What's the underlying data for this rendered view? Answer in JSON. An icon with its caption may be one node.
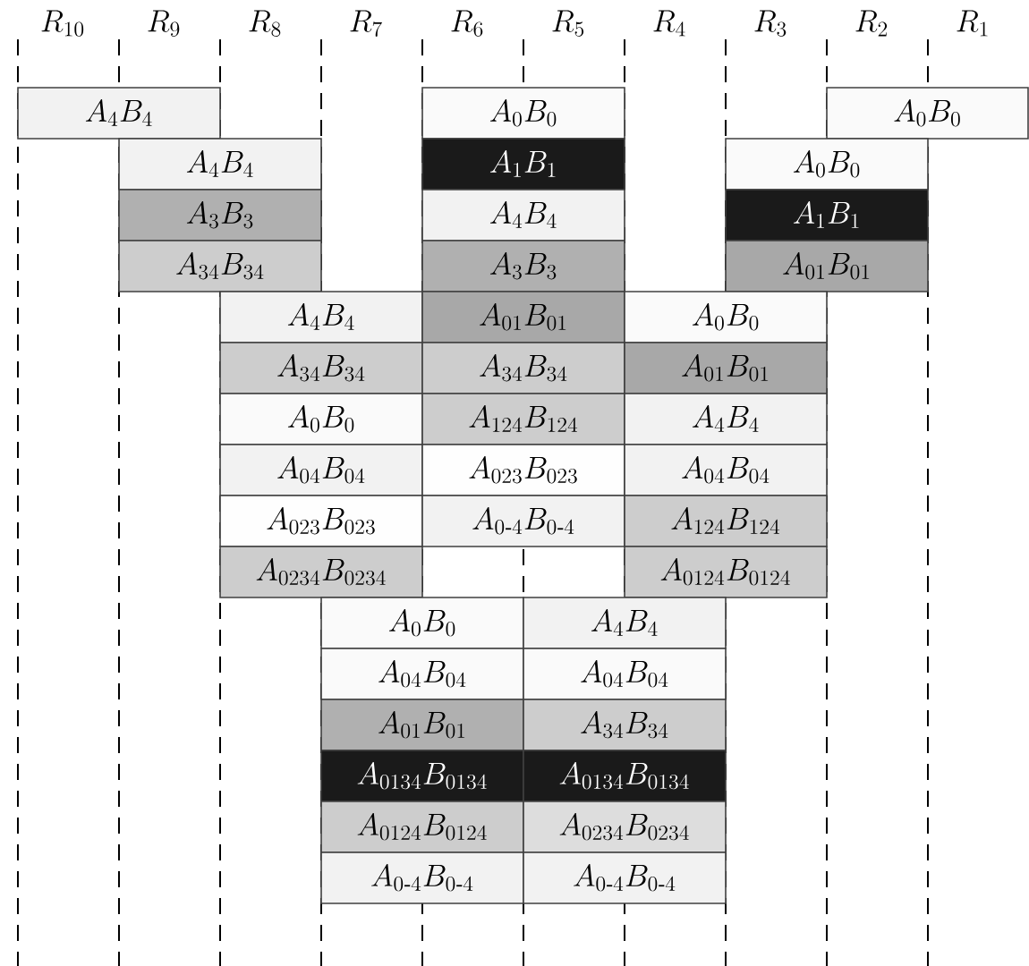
{
  "diagram": {
    "nodes": [
      {
        "text": [
          "A_{4}B_{4}"
        ]
      },
      {
        "text": [
          "A_{0}B_{0}"
        ]
      },
      {
        "text": [
          "A_{0}B_{0}"
        ]
      },
      {
        "text": [
          "A_{4}B_{4}"
        ]
      },
      {
        "text": [
          "A_{1}B_{1}"
        ]
      },
      {
        "text": [
          "A_{0}B_{0}"
        ]
      },
      {
        "text": [
          "A_{3}B_{3}"
        ]
      },
      {
        "text": [
          "A_{4}B_{4}"
        ]
      },
      {
        "text": [
          "A_{1}B_{1}"
        ]
      },
      {
        "text": [
          "A_{34}B_{34}"
        ]
      },
      {
        "text": [
          "A_{3}B_{3}"
        ]
      },
      {
        "text": [
          "A_{01}B_{01}"
        ]
      },
      {
        "text": [
          "A_{4}B_{4}"
        ]
      },
      {
        "text": [
          "A_{01}B_{01}"
        ]
      },
      {
        "text": [
          "A_{0}B_{0}"
        ]
      },
      {
        "text": [
          "A_{34}B_{34}"
        ]
      },
      {
        "text": [
          "A_{34}B_{34}"
        ]
      },
      {
        "text": [
          "A_{01}B_{01}"
        ]
      },
      {
        "text": [
          "A_{0}B_{0}"
        ]
      },
      {
        "text": [
          "A_{124}B_{124}"
        ]
      },
      {
        "text": [
          "A_{4}B_{4}"
        ]
      },
      {
        "text": [
          "A_{04}B_{04}"
        ]
      },
      {
        "text": [
          "A_{023}B_{023}"
        ]
      },
      {
        "text": [
          "A_{04}B_{04}"
        ]
      },
      {
        "text": [
          "A_{023}B_{023}"
        ]
      },
      {
        "text": [
          "A_{0\\text{-}4}B_{0\\text{-}4}"
        ]
      },
      {
        "text": [
          "A_{124}B_{124}"
        ]
      },
      {
        "text": [
          "A_{0234}B_{0234}"
        ]
      },
      {
        "text": [
          "A_{0124}B_{0124}"
        ]
      },
      {
        "text": [
          "A_{0}B_{0}"
        ]
      },
      {
        "text": [
          "A_{4}B_{4}"
        ]
      },
      {
        "text": [
          "A_{04}B_{04}"
        ]
      },
      {
        "text": [
          "A_{04}B_{04}"
        ]
      },
      {
        "text": [
          "A_{01}B_{01}"
        ]
      },
      {
        "text": [
          "A_{34}B_{34}"
        ]
      },
      {
        "text": [
          "A_{0134}B_{0134}"
        ]
      },
      {
        "text": [
          "A_{0134}B_{0134}"
        ]
      },
      {
        "text": [
          "A_{0124}B_{0124}"
        ]
      },
      {
        "text": [
          "A_{0234}B_{0234}"
        ]
      },
      {
        "text": [
          "A_{0\\text{-}4}B_{0\\text{-}4}"
        ]
      },
      {
        "text": [
          "A_{0\\text{-}4}B_{0\\text{-}4}"
        ]
      }
    ],
    "labels": [
      "R_{10}",
      "R_{9}",
      "R_{8}",
      "R_{7}",
      "R_{6}",
      "R_{5}",
      "R_{4}",
      "R_{3}",
      "R_{2}",
      "R_{1}"
    ]
  }
}
